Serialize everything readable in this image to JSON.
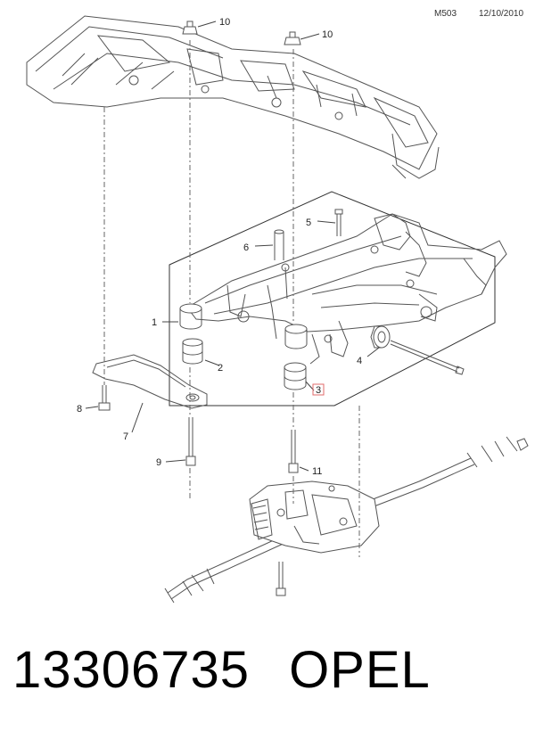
{
  "header": {
    "code": "M503",
    "date": "12/10/2010"
  },
  "callouts": {
    "c1": "1",
    "c2": "2",
    "c3": "3",
    "c4": "4",
    "c5": "5",
    "c6": "6",
    "c7": "7",
    "c8": "8",
    "c9": "9",
    "c10a": "10",
    "c10b": "10",
    "c11": "11"
  },
  "footer": {
    "part_number": "13306735",
    "brand": "OPEL"
  },
  "colors": {
    "line": "#555555",
    "highlight": "#e06b6b"
  }
}
